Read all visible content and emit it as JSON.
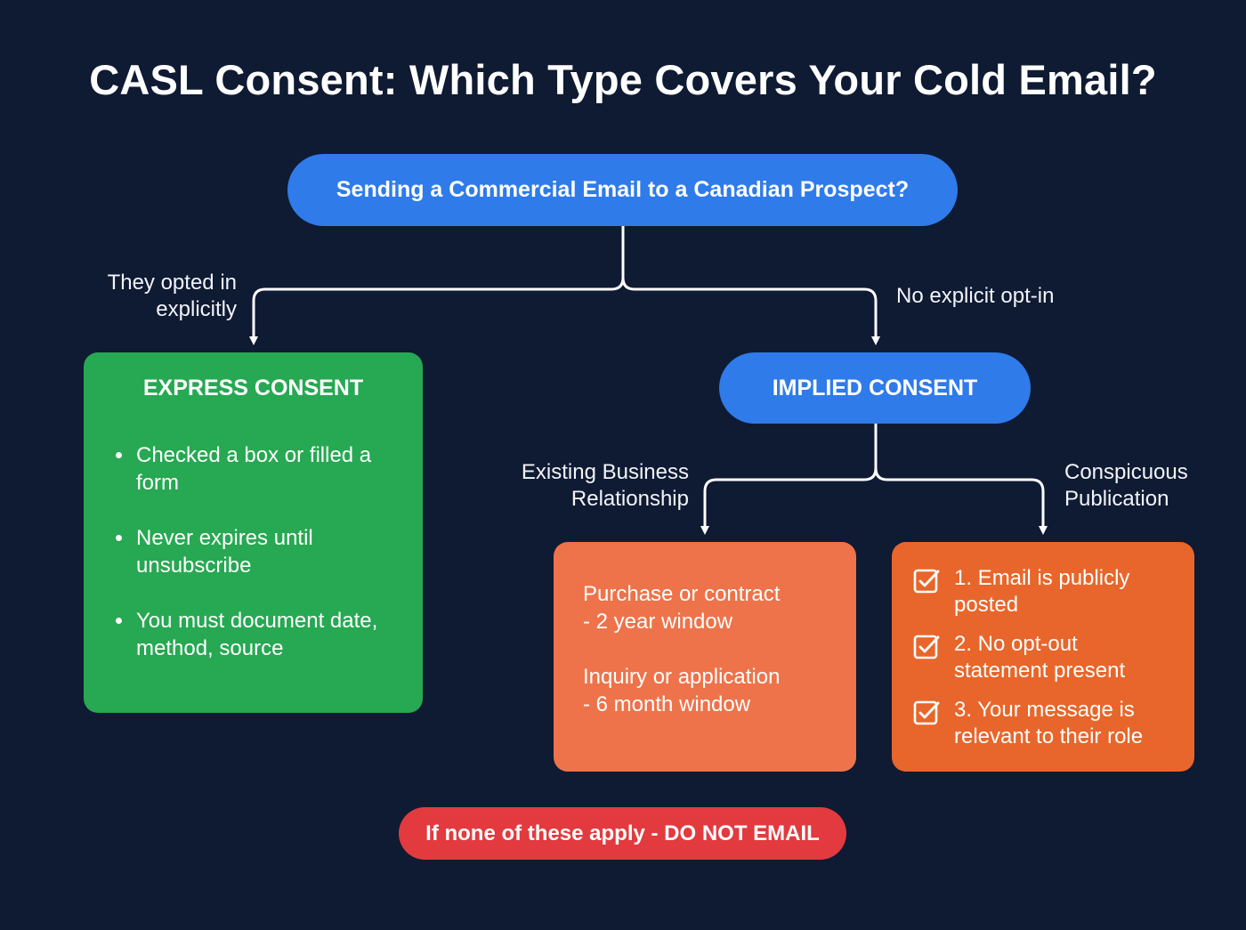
{
  "title": "CASL Consent: Which Type Covers Your Cold Email?",
  "start_node": "Sending a Commercial Email to a Canadian Prospect?",
  "edges": {
    "opted_in": "They opted in explicitly",
    "no_opt_in": "No explicit opt-in",
    "existing_business": "Existing Business Relationship",
    "conspicuous": "Conspicuous Publication"
  },
  "express": {
    "title": "EXPRESS CONSENT",
    "items": [
      "Checked a box or filled a form",
      "Never expires until unsubscribe",
      "You must document date, method, source"
    ]
  },
  "implied": {
    "title": "IMPLIED CONSENT"
  },
  "ebr_box": {
    "items": [
      {
        "line1": "Purchase or contract",
        "line2": "- 2 year window"
      },
      {
        "line1": "Inquiry or application",
        "line2": "- 6 month window"
      }
    ]
  },
  "cp_box": {
    "items": [
      {
        "line1": "1. Email is publicly",
        "line2": "posted"
      },
      {
        "line1": "2. No opt-out",
        "line2": "statement present"
      },
      {
        "line1": "3. Your message is",
        "line2": "relevant to their role"
      }
    ],
    "icon": "checkbox-checked-icon"
  },
  "warning": "If none of these apply - DO NOT EMAIL",
  "colors": {
    "background": "#0f1a33",
    "blue": "#2f7be9",
    "green": "#27a852",
    "orange": "#ee734a",
    "orange_dark": "#e8662b",
    "red": "#e23a3f"
  }
}
